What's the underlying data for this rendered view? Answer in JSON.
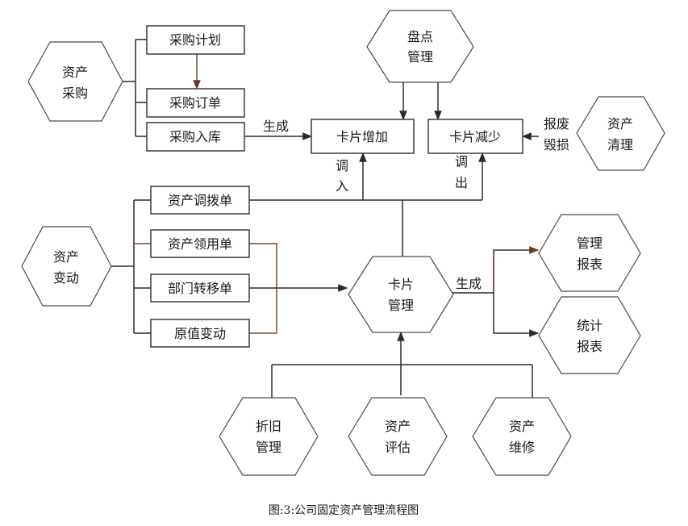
{
  "hexes": {
    "asset_purchase": [
      "资产",
      "采购"
    ],
    "inventory_mgmt": [
      "盘点",
      "管理"
    ],
    "asset_cleanup": [
      "资产",
      "清理"
    ],
    "asset_change": [
      "资产",
      "变动"
    ],
    "card_mgmt": [
      "卡片",
      "管理"
    ],
    "mgmt_report": [
      "管理",
      "报表"
    ],
    "stats_report": [
      "统计",
      "报表"
    ],
    "depreciation": [
      "折旧",
      "管理"
    ],
    "asset_eval": [
      "资产",
      "评估"
    ],
    "asset_repair": [
      "资产",
      "维修"
    ]
  },
  "boxes": {
    "purchase_plan": "采购计划",
    "purchase_order": "采购订单",
    "purchase_in": "采购入库",
    "card_add": "卡片增加",
    "card_reduce": "卡片减少",
    "transfer_order": "资产调拨单",
    "requisition": "资产领用单",
    "dept_transfer": "部门转移单",
    "value_change": "原值变动"
  },
  "labels": {
    "generate_1": "生成",
    "generate_2": "生成",
    "scrap": "报废",
    "damage": "毁损",
    "transfer_in": [
      "调",
      "入"
    ],
    "transfer_out": [
      "调",
      "出"
    ]
  },
  "caption": "图:3:公司固定资产管理流程图"
}
